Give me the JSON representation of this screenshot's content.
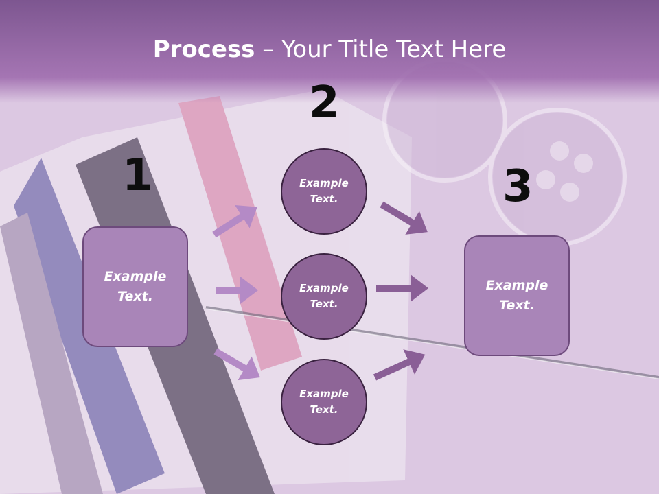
{
  "slide": {
    "title_bold": "Process",
    "title_rest": " – Your Title Text Here"
  },
  "steps": {
    "one": {
      "number": "1",
      "box_text": "Example\nText."
    },
    "two": {
      "number": "2",
      "circles": [
        "Example\nText.",
        "Example\nText.",
        "Example\nText."
      ]
    },
    "three": {
      "number": "3",
      "box_text": "Example\nText."
    }
  },
  "colors": {
    "box_fill": "#a985b8",
    "circle_fill": "#8e6597",
    "arrow_left": "#b48ac6",
    "arrow_right": "#8a5f96"
  }
}
